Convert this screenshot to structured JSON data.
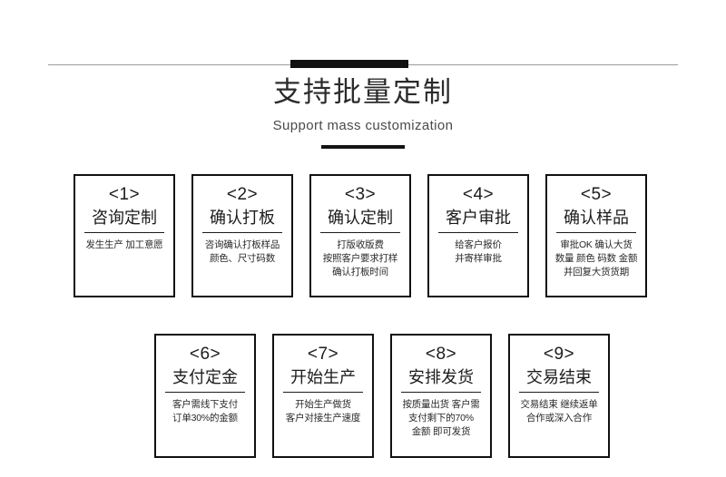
{
  "header": {
    "title_cn": "支持批量定制",
    "title_en": "Support mass customization"
  },
  "rows": [
    {
      "cards": [
        {
          "index": "<1>",
          "title": "咨询定制",
          "desc": [
            "发生生产 加工意愿"
          ]
        },
        {
          "index": "<2>",
          "title": "确认打板",
          "desc": [
            "咨询确认打板样品",
            "颜色、尺寸码数"
          ]
        },
        {
          "index": "<3>",
          "title": "确认定制",
          "desc": [
            "打版收版费",
            "按照客户要求打样",
            "确认打板时间"
          ]
        },
        {
          "index": "<4>",
          "title": "客户审批",
          "desc": [
            "给客户报价",
            "并寄样审批"
          ]
        },
        {
          "index": "<5>",
          "title": "确认样品",
          "desc": [
            "审批OK 确认大货",
            "数量 颜色 码数 金额",
            "并回复大货货期"
          ]
        }
      ]
    },
    {
      "cards": [
        {
          "index": "<6>",
          "title": "支付定金",
          "desc": [
            "客户需线下支付",
            "订单30%的金额"
          ]
        },
        {
          "index": "<7>",
          "title": "开始生产",
          "desc": [
            "开始生产做货",
            "客户对接生产速度"
          ]
        },
        {
          "index": "<8>",
          "title": "安排发货",
          "desc": [
            "按质量出货 客户需",
            "支付剩下的70%",
            "金额 即可发货"
          ]
        },
        {
          "index": "<9>",
          "title": "交易结束",
          "desc": [
            "交易结束 继续返单",
            "合作或深入合作"
          ]
        }
      ]
    }
  ],
  "colors": {
    "accent_bar": "#111111",
    "rule": "#9a9a9a",
    "card_border": "#111111",
    "text_primary": "#1c1c1c",
    "background": "#ffffff"
  }
}
